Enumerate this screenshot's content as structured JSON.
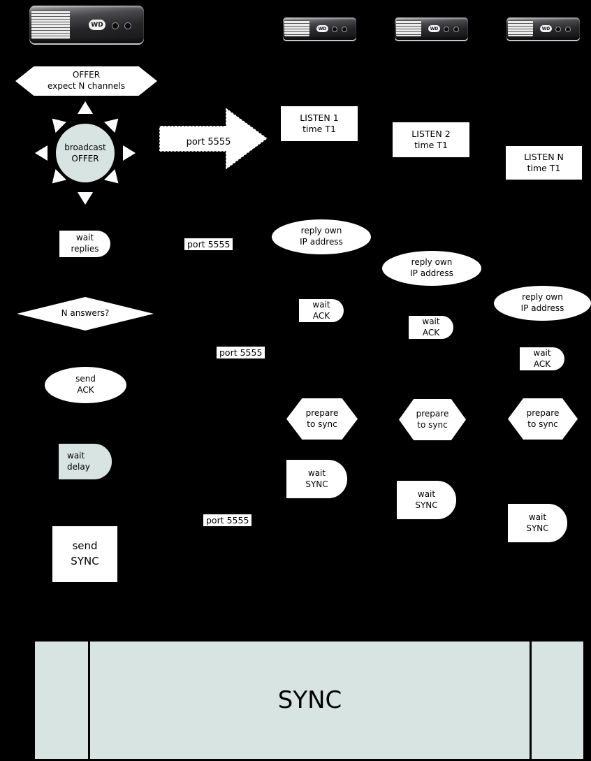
{
  "colors": {
    "background": "#000000",
    "shape_fill": "#ffffff",
    "accent_fill": "#d8e4e2",
    "text": "#000000"
  },
  "devices": {
    "logo": "WD"
  },
  "offer_banner": {
    "line1": "OFFER",
    "line2": "expect N channels"
  },
  "broadcast_sun": {
    "line1": "broadcast",
    "line2": "OFFER"
  },
  "broadcast_arrow": {
    "label": "port 5555"
  },
  "port_labels": [
    "port 5555",
    "port 5555",
    "port 5555"
  ],
  "master_flow": {
    "wait_replies": {
      "line1": "wait",
      "line2": "replies"
    },
    "n_answers": {
      "label": "N answers?"
    },
    "send_ack": {
      "line1": "send",
      "line2": "ACK"
    },
    "wait_delay": {
      "line1": "wait",
      "line2": "delay"
    },
    "send_sync": {
      "line1": "send",
      "line2": "SYNC"
    }
  },
  "channels": [
    {
      "listen": {
        "line1": "LISTEN 1",
        "line2": "time T1"
      },
      "reply": {
        "line1": "reply own",
        "line2": "IP address"
      },
      "wait_ack": {
        "line1": "wait",
        "line2": "ACK"
      },
      "prepare": {
        "line1": "prepare",
        "line2": "to sync"
      },
      "wait_sync": {
        "line1": "wait",
        "line2": "SYNC"
      }
    },
    {
      "listen": {
        "line1": "LISTEN 2",
        "line2": "time T1"
      },
      "reply": {
        "line1": "reply own",
        "line2": "IP address"
      },
      "wait_ack": {
        "line1": "wait",
        "line2": "ACK"
      },
      "prepare": {
        "line1": "prepare",
        "line2": "to sync"
      },
      "wait_sync": {
        "line1": "wait",
        "line2": "SYNC"
      }
    },
    {
      "listen": {
        "line1": "LISTEN N",
        "line2": "time T1"
      },
      "reply": {
        "line1": "reply own",
        "line2": "IP address"
      },
      "wait_ack": {
        "line1": "wait",
        "line2": "ACK"
      },
      "prepare": {
        "line1": "prepare",
        "line2": "to sync"
      },
      "wait_sync": {
        "line1": "wait",
        "line2": "SYNC"
      }
    }
  ],
  "sync_bar": {
    "label": "SYNC"
  }
}
